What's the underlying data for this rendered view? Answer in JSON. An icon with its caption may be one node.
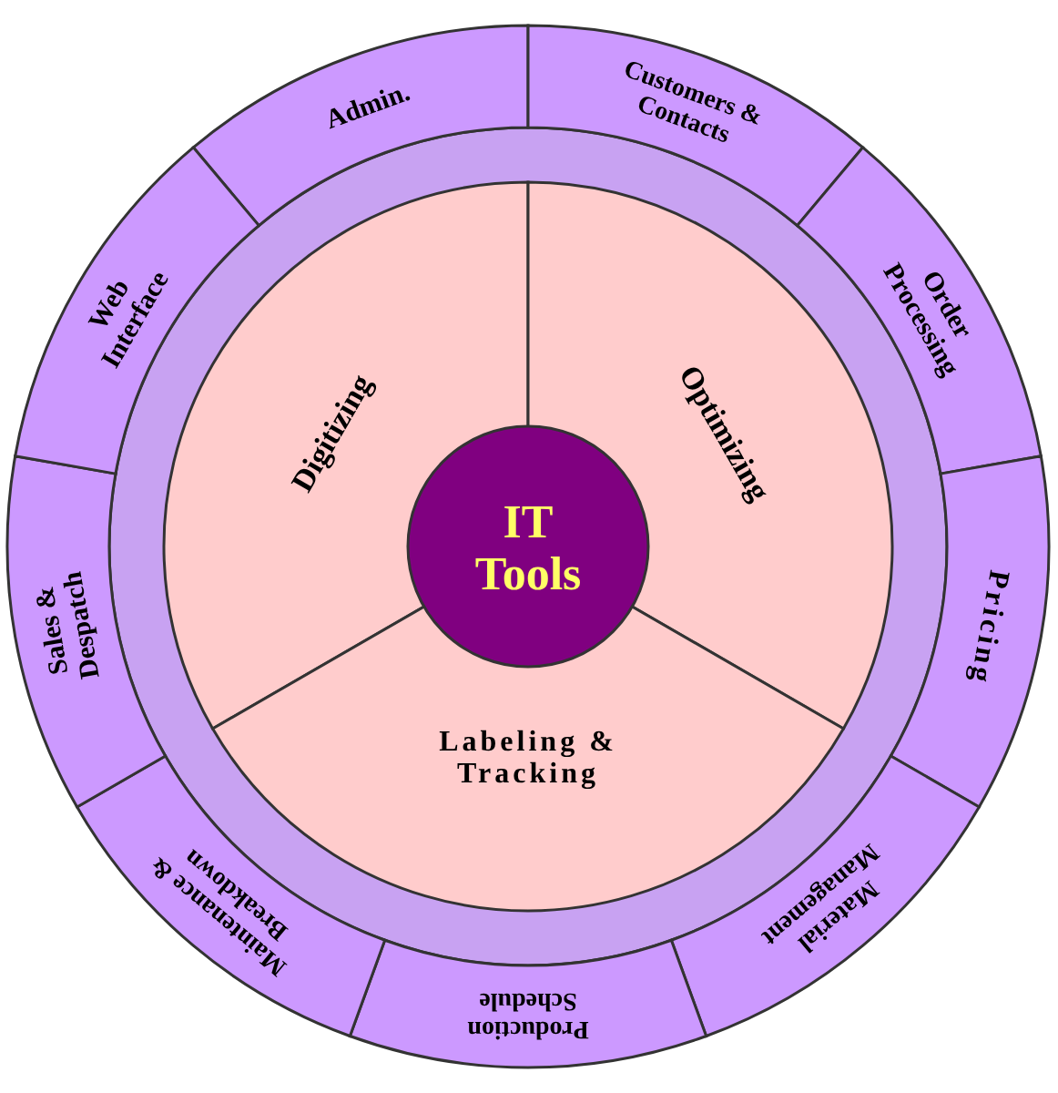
{
  "diagram": {
    "nodes": [
      {
        "text": [
          "IT Tools"
        ]
      },
      {
        "text": [
          "Digitizing"
        ]
      },
      {
        "text": [
          "Optimizing"
        ]
      },
      {
        "text": [
          "Labeling & Tracking"
        ]
      },
      {
        "text": [
          "Admin."
        ]
      },
      {
        "text": [
          "Customers & Contacts"
        ]
      },
      {
        "text": [
          "Order Processing"
        ]
      },
      {
        "text": [
          "Pricing"
        ]
      },
      {
        "text": [
          "Material Management"
        ]
      },
      {
        "text": [
          "Production Schedule"
        ]
      },
      {
        "text": [
          "Maintenance & Breakdown"
        ]
      },
      {
        "text": [
          "Sales & Despatch"
        ]
      },
      {
        "text": [
          "Web Interface"
        ]
      }
    ]
  }
}
